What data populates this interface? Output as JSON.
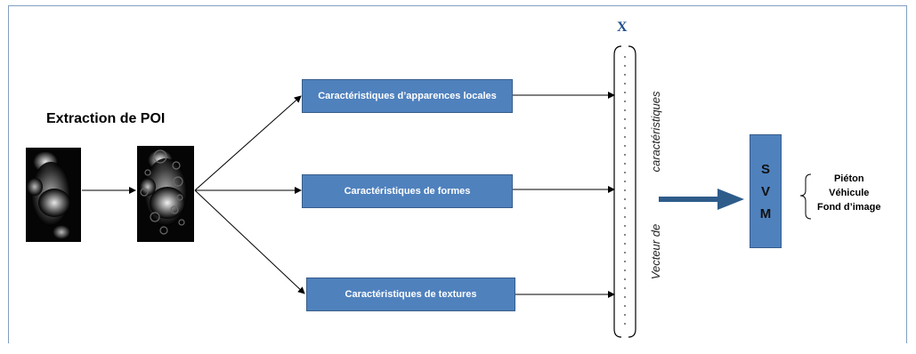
{
  "diagram": {
    "title": "Extraction de POI",
    "features": [
      {
        "label": "Caractéristiques d’apparences locales"
      },
      {
        "label": "Caractéristiques de formes"
      },
      {
        "label": "Caractéristiques de textures"
      }
    ],
    "vector_symbol": "X",
    "vector_label_top": "caractéristiques",
    "vector_label_bottom": "Vecteur de",
    "classifier": [
      "S",
      "V",
      "M"
    ],
    "classes": [
      "Piéton",
      "Véhicule",
      "Fond d’image"
    ],
    "colors": {
      "box_fill": "#4f81bd",
      "box_border": "#385d8a",
      "arrow": "#2e5c8a"
    }
  }
}
